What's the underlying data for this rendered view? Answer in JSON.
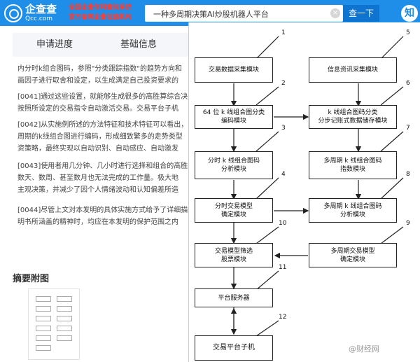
{
  "header": {
    "logo_name": "企查查",
    "logo_url": "Qcc.com",
    "slogan_line1": "全国企业信用查询系统",
    "slogan_line2": "官方备案企业征信机构",
    "search_value": "一种多周期决策AI炒股机器人平台",
    "search_button": "查一下",
    "right_badge": "知"
  },
  "tabs": [
    "申请进度",
    "基础信息"
  ],
  "paragraphs": [
    "内分时k组合图码，参照\"分类跟踪指数\"的趋势方向和",
    "画因子进行取舍和设定，以生成满足自己投资要求的",
    "[0041]通过这些设置，就能够生成很多的高胜算综合决",
    "按照所设定的交易指令自动激活交易。交易平台子机",
    "[0042]从实施例所述的方法特征和技术特征可以看出，",
    "周期的k线组合图进行编码，形成细致繁多的走势类型",
    "资策略，最终实现以自动识别、自动感应、自动激发",
    "[0043]使用者用几分钟、几小时进行选择和组合的高胜",
    "数天、数周、甚至数月也无法完成的工作量。极大地",
    "主观决策，并减少了因个人情绪波动和认知偏差所造",
    "[0044]尽管上文对本发明的具体实施方式给予了详细描",
    "明书所涵盖的精神时，均应在本发明的保护范围之内"
  ],
  "abstract_title": "摘要附图",
  "diagram": {
    "boxes": [
      {
        "id": "b1",
        "label": "交易数据采集模块"
      },
      {
        "id": "b2",
        "label": "64 位 k 线组合图分类\n编码模块"
      },
      {
        "id": "b3",
        "label": "分时 k 线组合图码\n分析模块"
      },
      {
        "id": "b4",
        "label": "分时交易模型\n确定模块"
      },
      {
        "id": "b10",
        "label": "交易模型筛选\n股票模块"
      },
      {
        "id": "b11",
        "label": "平台服务器"
      },
      {
        "id": "b12",
        "label": "交易平台子机"
      },
      {
        "id": "b5",
        "label": "信息资讯采集模块"
      },
      {
        "id": "b6",
        "label": "k 线组合图码分类\n分步记账式数据储存模块"
      },
      {
        "id": "b7",
        "label": "多周期 k 线组合图码\n指数模块"
      },
      {
        "id": "b8",
        "label": "多周期 k 线组合图码\n分析模块"
      },
      {
        "id": "b9",
        "label": "多周期交易模型\n确定模块"
      }
    ],
    "numbers": [
      "1",
      "2",
      "3",
      "4",
      "10",
      "11",
      "12",
      "5",
      "6",
      "7",
      "8",
      "9"
    ]
  },
  "watermark": "@财经网"
}
